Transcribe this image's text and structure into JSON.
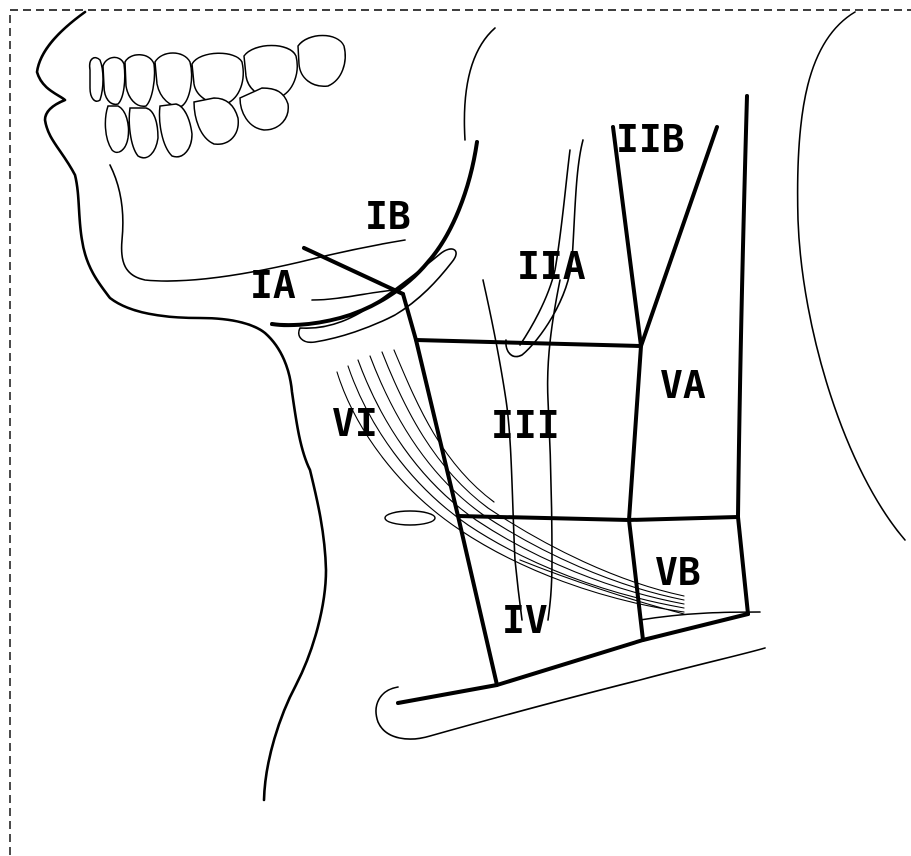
{
  "diagram": {
    "levels": [
      {
        "id": "IA",
        "label": "IA"
      },
      {
        "id": "IB",
        "label": "IB"
      },
      {
        "id": "IIA",
        "label": "IIA"
      },
      {
        "id": "IIB",
        "label": "IIB"
      },
      {
        "id": "III",
        "label": "III"
      },
      {
        "id": "IV",
        "label": "IV"
      },
      {
        "id": "VA",
        "label": "VA"
      },
      {
        "id": "VB",
        "label": "VB"
      },
      {
        "id": "VI",
        "label": "VI"
      }
    ]
  }
}
